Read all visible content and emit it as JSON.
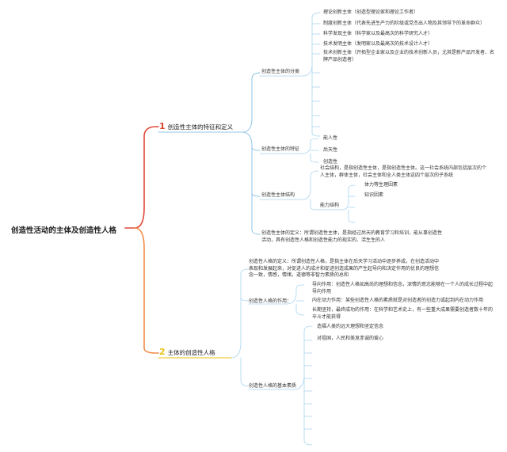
{
  "root": "创造性活动的主体及创造性人格",
  "branch1": {
    "number": "1",
    "label": "创造性主体的特征和定义",
    "classification": {
      "label": "创造性主体的分类",
      "items": [
        "理论创新主体（创造型理论家和理论工作者）",
        "制度创新主体（代表先进生产力的阶级或党杰出人物及其领导下的革命群众）",
        "科学发现主体（科学家以及最高次的科学研究人才）",
        "技术发明主体（发明家以及最高次的技术设计人才）",
        "技术创新主体（开拓型企业家以及企业的技术创新人员，尤其是新产品开发者、名牌产品创造者）"
      ]
    },
    "features": {
      "label": "创造性主体的特征",
      "items": [
        "能人性",
        "后天性",
        "创造性"
      ]
    },
    "structure": {
      "label": "创造性主体结构",
      "social": "社会结构，是指创造性主体，是指创造性主体。这一社会系统内部包括层次的个人主体，群体主体，社会主体和全人类主体这四个层次的子系统",
      "ability": {
        "label": "能力结构",
        "items": [
          "体力等生理因素",
          "知识因素"
        ]
      }
    },
    "definition": "创造性主体的定义：所谓创造性主体，是指经过后天的教育学习和培训，能从事创造性活动，具有创造性人格和创造性能力的现实的、活生生的人"
  },
  "branch2": {
    "number": "2",
    "label": "主体的创造性人格",
    "definition": "创造性人格的定义：所谓创造性人格，是指主体在后天学习活动中逐步养成，在创造活动中表现和发展起来，对促进人的成才和促进创造成果的产生起导向和决定作用的优良的理想信念一致，情感，情绪，道德等非智力素质的总和",
    "roles": {
      "label": "创造性人格的作用：",
      "items": [
        "导向作用：创造性人格如高尚的理想和信念，深情的意志能够在一个人的成长过程中起导向作用",
        "内在动力作用：某些创造性人格的素质就是对创造者的创造力或起到内在动力作用",
        "长期坚持，最终成功的作用：在科学和艺术史上，有一些重大成果需要创造者数十年的辛斗才能获得"
      ]
    },
    "elements": {
      "label": "创造性人格的基本素质",
      "items": [
        "造福人类的远大理想和坚定信念",
        "对祖国，人民和美发赤诚的爱心"
      ]
    }
  },
  "colors": {
    "red": "#e1483a",
    "orange": "#ef8e4a",
    "yellow": "#e8c21a",
    "blue_line": "#8ec5e6",
    "light_line": "#a9d4ee"
  }
}
